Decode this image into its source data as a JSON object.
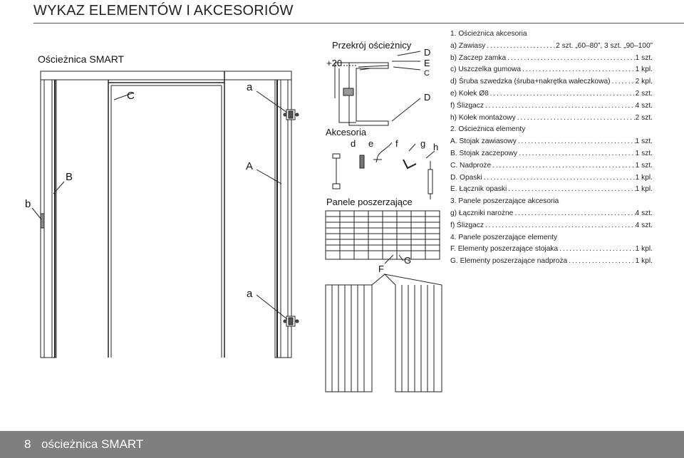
{
  "page": {
    "title": "WYKAZ ELEMENTÓW I AKCESORIÓW",
    "footer_number": "8",
    "footer_text": "ościeżnica SMART"
  },
  "drawing": {
    "frame_title": "Ościeżnica SMART",
    "section_title": "Przekrój ościeżnicy",
    "plus_label": "+20",
    "accessories_title": "Akcesoria",
    "panels_title": "Panele poszerzające",
    "letters": {
      "a_top": "a",
      "a_bottom": "a",
      "A": "A",
      "B": "B",
      "b": "b",
      "C": "C",
      "D_top": "D",
      "E": "E",
      "C_small": "C",
      "D_mid": "D",
      "d": "d",
      "e": "e",
      "f": "f",
      "g": "g",
      "h": "h",
      "G": "G",
      "F": "F"
    }
  },
  "list": [
    {
      "text": "1. Ościeżnica akcesoria",
      "qty": "",
      "dots": false
    },
    {
      "text": "a) Zawiasy",
      "qty": "2 szt. „60–80”, 3 szt. „90–100”",
      "dots": true
    },
    {
      "text": "b) Zaczep zamka",
      "qty": "1 szt.",
      "dots": true
    },
    {
      "text": "c) Uszczelka gumowa",
      "qty": "1 kpl.",
      "dots": true
    },
    {
      "text": "d) Śruba szwedzka (śruba+nakrętka wałeczkowa)",
      "qty": "2 kpl.",
      "dots": true
    },
    {
      "text": "e) Kołek Ø8",
      "qty": "2 szt.",
      "dots": true
    },
    {
      "text": "f) Ślizgacz",
      "qty": "4 szt.",
      "dots": true
    },
    {
      "text": "h) Kołek montażowy",
      "qty": "2 szt.",
      "dots": true
    },
    {
      "text": "2. Ościeżnica elementy",
      "qty": "",
      "dots": false
    },
    {
      "text": "A. Stojak zawiasowy",
      "qty": "1 szt.",
      "dots": true
    },
    {
      "text": "B. Stojak zaczepowy",
      "qty": "1 szt.",
      "dots": true
    },
    {
      "text": "C. Nadproże",
      "qty": "1 szt.",
      "dots": true
    },
    {
      "text": "D. Opaski",
      "qty": "1 kpl.",
      "dots": true
    },
    {
      "text": "E. Łącznik opaski",
      "qty": "1 kpl.",
      "dots": true
    },
    {
      "text": "3. Panele poszerzające akcesoria",
      "qty": "",
      "dots": false
    },
    {
      "text": "g) Łączniki narożne",
      "qty": "4 szt.",
      "dots": true
    },
    {
      "text": "f) Ślizgacz",
      "qty": "4 szt.",
      "dots": true
    },
    {
      "text": "4. Panele poszerzające elementy",
      "qty": "",
      "dots": false
    },
    {
      "text": "F. Elementy poszerzające stojaka",
      "qty": "1 kpl.",
      "dots": true
    },
    {
      "text": "G. Elementy poszerzające nadproża",
      "qty": "1 kpl.",
      "dots": true
    }
  ]
}
